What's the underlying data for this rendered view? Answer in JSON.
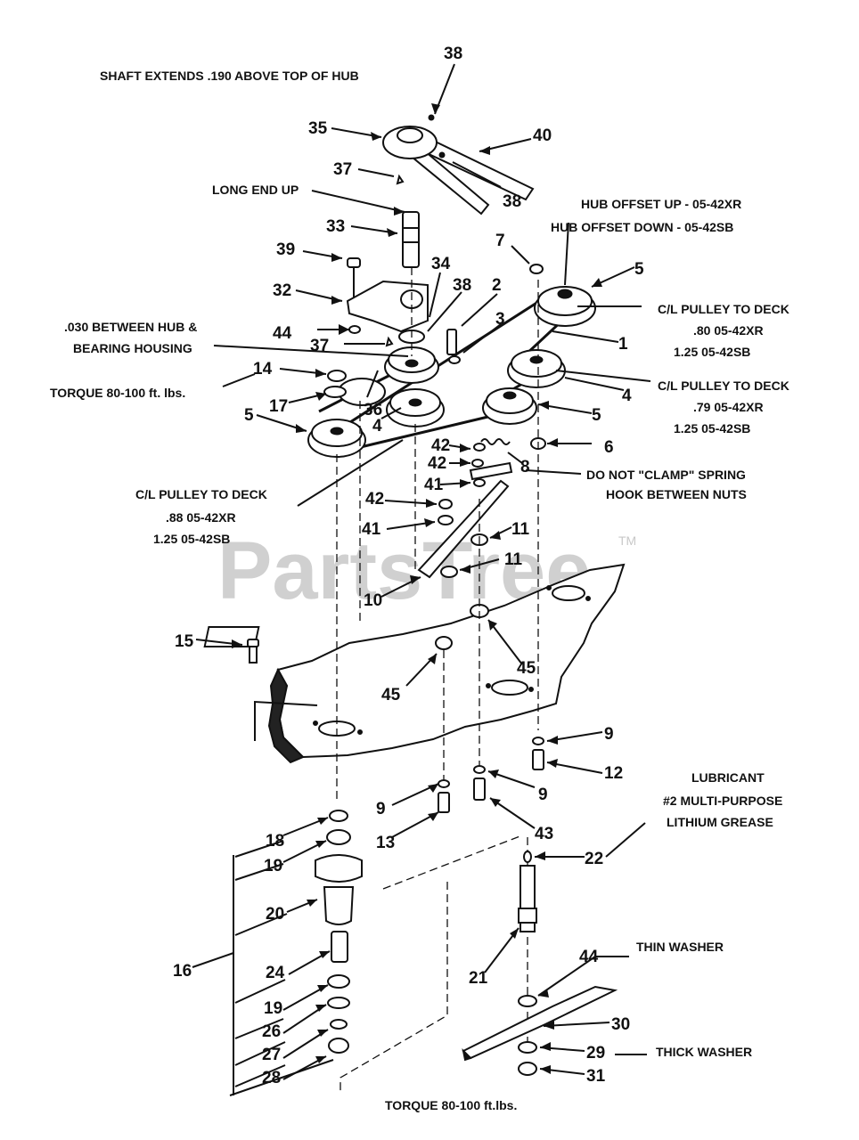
{
  "watermark": {
    "text": "PartsTree",
    "tm": "TM"
  },
  "notes": {
    "shaft_extends": "SHAFT EXTENDS .190 ABOVE TOP OF HUB",
    "long_end_up": "LONG END UP",
    "hub_offset_up": "HUB OFFSET UP - 05-42XR",
    "hub_offset_down": "HUB OFFSET DOWN - 05-42SB",
    "cl_pulley_1_title": "C/L PULLEY TO DECK",
    "cl_pulley_1_xr": ".80  05-42XR",
    "cl_pulley_1_sb": "1.25  05-42SB",
    "cl_pulley_2_title": "C/L PULLEY TO DECK",
    "cl_pulley_2_xr": ".79  05-42XR",
    "cl_pulley_2_sb": "1.25  05-42SB",
    "hub_gap_1": ".030 BETWEEN HUB &",
    "hub_gap_2": "BEARING HOUSING",
    "torque_top": "TORQUE 80-100 ft. lbs.",
    "do_not_clamp_1": "DO NOT \"CLAMP\" SPRING",
    "do_not_clamp_2": "HOOK BETWEEN NUTS",
    "cl_pulley_3_title": "C/L PULLEY TO DECK",
    "cl_pulley_3_xr": ".88  05-42XR",
    "cl_pulley_3_sb": "1.25  05-42SB",
    "lubricant_1": "LUBRICANT",
    "lubricant_2": "#2 MULTI-PURPOSE",
    "lubricant_3": "LITHIUM GREASE",
    "thin_washer": "THIN WASHER",
    "thick_washer": "THICK WASHER",
    "torque_bottom": "TORQUE  80-100 ft.lbs."
  },
  "callouts": {
    "c38a": "38",
    "c35": "35",
    "c40": "40",
    "c37a": "37",
    "c38b": "38",
    "c33": "33",
    "c39": "39",
    "c34": "34",
    "c32": "32",
    "c38c": "38",
    "c2": "2",
    "c3": "3",
    "c7": "7",
    "c5a": "5",
    "c1": "1",
    "c44a": "44",
    "c37b": "37",
    "c14": "14",
    "c17": "17",
    "c36": "36",
    "c4a": "4",
    "c4b": "4",
    "c5b": "5",
    "c5c": "5",
    "c6": "6",
    "c42a": "42",
    "c42b": "42",
    "c8": "8",
    "c41a": "41",
    "c42c": "42",
    "c41b": "41",
    "c11a": "11",
    "c11b": "11",
    "c10": "10",
    "c15": "15",
    "c45a": "45",
    "c45b": "45",
    "c9a": "9",
    "c12": "12",
    "c9b": "9",
    "c9c": "9",
    "c13": "13",
    "c43": "43",
    "c22": "22",
    "c18": "18",
    "c19a": "19",
    "c20": "20",
    "c16": "16",
    "c24": "24",
    "c21": "21",
    "c44b": "44",
    "c19b": "19",
    "c26": "26",
    "c30": "30",
    "c27": "27",
    "c29": "29",
    "c28": "28",
    "c31": "31"
  }
}
